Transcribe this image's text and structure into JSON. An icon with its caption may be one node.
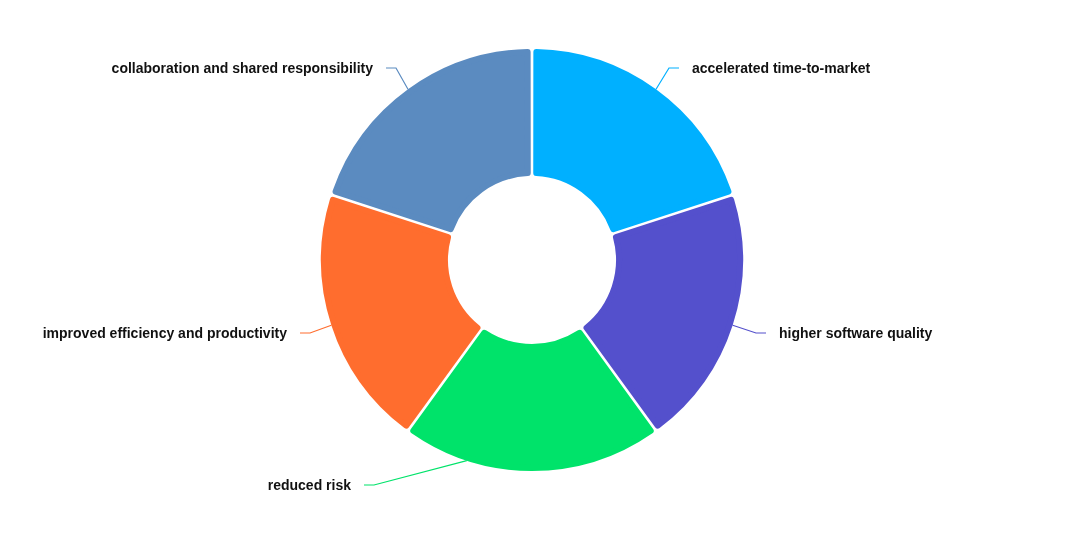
{
  "diagram": {
    "nodes": [
      {
        "text": [
          "accelerated time-to-market"
        ]
      },
      {
        "text": [],
        "shape": "arc"
      },
      {
        "text": [
          "higher software quality"
        ]
      },
      {
        "text": [],
        "shape": "arc"
      },
      {
        "text": [
          "reduced risk"
        ]
      },
      {
        "text": [],
        "shape": "arc"
      },
      {
        "text": [
          "improved efficiency and productivity"
        ]
      },
      {
        "text": [],
        "shape": "arc"
      },
      {
        "text": [
          "collaboration and shared responsibility"
        ]
      },
      {
        "text": [],
        "shape": "arc"
      }
    ],
    "edges": [
      {
        "from": 0,
        "to": 1,
        "arrow": "none",
        "color": "#00b0ff"
      },
      {
        "from": 2,
        "to": 3,
        "arrow": "none",
        "color": "#5450cc"
      },
      {
        "from": 4,
        "to": 5,
        "arrow": "none",
        "color": "#00e36a"
      },
      {
        "from": 6,
        "to": 7,
        "arrow": "none",
        "color": "#ff6d2e"
      },
      {
        "from": 8,
        "to": 9,
        "arrow": "none",
        "color": "#5b8bc0"
      }
    ]
  }
}
